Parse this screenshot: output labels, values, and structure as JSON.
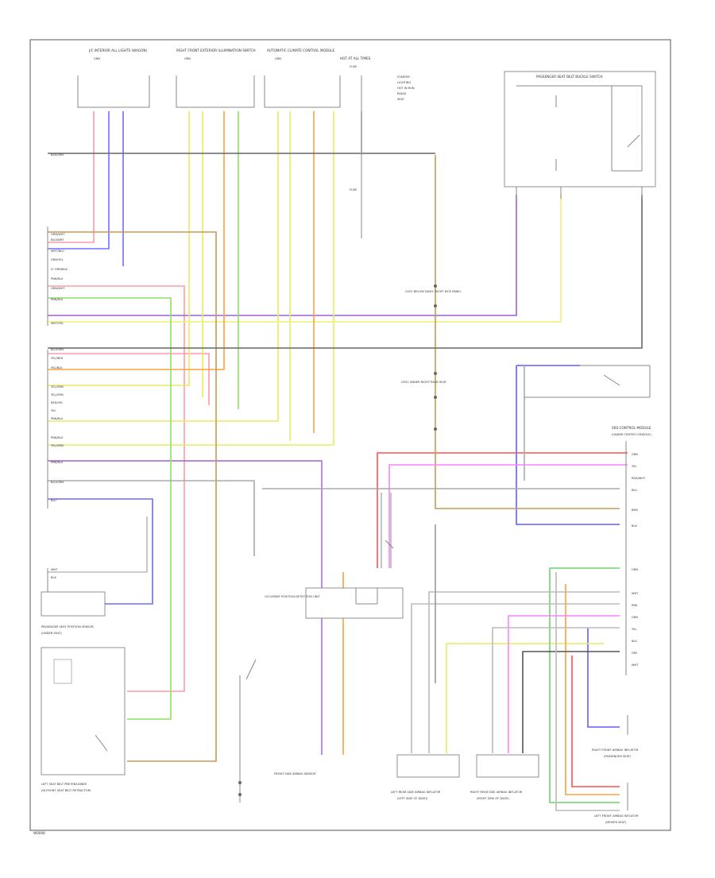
{
  "diagram": {
    "top_connectors": [
      {
        "name": "J/C INTERIOR ALL LIGHTS (WAGON)",
        "sub": "GRN"
      },
      {
        "name": "RIGHT FRONT EXTERIOR ILLUMINATION SWITCH",
        "sub": "GRN"
      },
      {
        "name": "AUTOMATIC CLIMATE CONTROL MODULE",
        "sub": "GRN"
      },
      {
        "name": "HOT AT ALL TIMES",
        "sub": "FUSE"
      }
    ],
    "status_labels": [
      "STARTER",
      "LIGHTING",
      "HOT IN RUN",
      "RADIO",
      "SEAT"
    ],
    "buckle_switch": {
      "title": "PASSENGER SEAT BELT BUCKLE SWITCH"
    },
    "side_labels": [
      "BLK/ORN",
      "ORN/WHT",
      "BLU/WHT",
      "WHT/BLU",
      "GRN/YEL",
      "LT GRN/BLK",
      "PNK/BLU",
      "GRN/WHT",
      "PNK/BLU",
      "WHT/YEL",
      "BLU/GRN",
      "YEL/RED",
      "YEL/BLK",
      "YEL/ORN",
      "YEL/GRN",
      "RED/YEL",
      "YEL",
      "PNK/BLU",
      "PNK/BLU",
      "YEL/GRN",
      "PNK/BLU",
      "BLU/GRN",
      "BLU",
      "WHT",
      "BLK"
    ],
    "module_right": {
      "title": "SRS CONTROL MODULE",
      "sub": "(UNDER CENTER CONSOLE)",
      "pins": [
        "GRN",
        "YEL",
        "RED/WHT",
        "BLU",
        "BRN",
        "BLK",
        "ORN",
        "WHT",
        "PNK",
        "GRN",
        "YEL",
        "BLU",
        "GRY",
        "WHT"
      ]
    },
    "mid_labels": {
      "splice1": "G201 BELOW DASH, RIGHT KICK PANEL",
      "splice2": "G551 UNDER RIGHT REAR SEAT",
      "center_module": "OCCUPANT POSITION DETECTION UNIT",
      "bottom_center": "FRONT SIDE AIRBAG SENSOR"
    },
    "bottom_modules": [
      {
        "name": "LEFT REAR SIDE AIRBAG INFLATOR",
        "sub": "(LEFT SIDE OF DASH)"
      },
      {
        "name": "RIGHT REAR SIDE AIRBAG INFLATOR",
        "sub": "(RIGHT SIDE OF DASH)"
      }
    ],
    "right_bottom_modules": [
      {
        "name": "RIGHT FRONT AIRBAG INFLATOR",
        "sub": "(PASSENGER SEAT)"
      },
      {
        "name": "LEFT FRONT AIRBAG INFLATOR",
        "sub": "(DRIVER SEAT)"
      }
    ],
    "left_bottom": [
      {
        "name": "PASSENGER SEAT POSITION SENSOR",
        "sub": "(UNDER SEAT)"
      },
      {
        "name": "LEFT SEAT BELT PRETENSIONER",
        "sub": "(IN FRONT SEAT BELT RETRACTOR)"
      }
    ],
    "footer_code": "W0006"
  }
}
